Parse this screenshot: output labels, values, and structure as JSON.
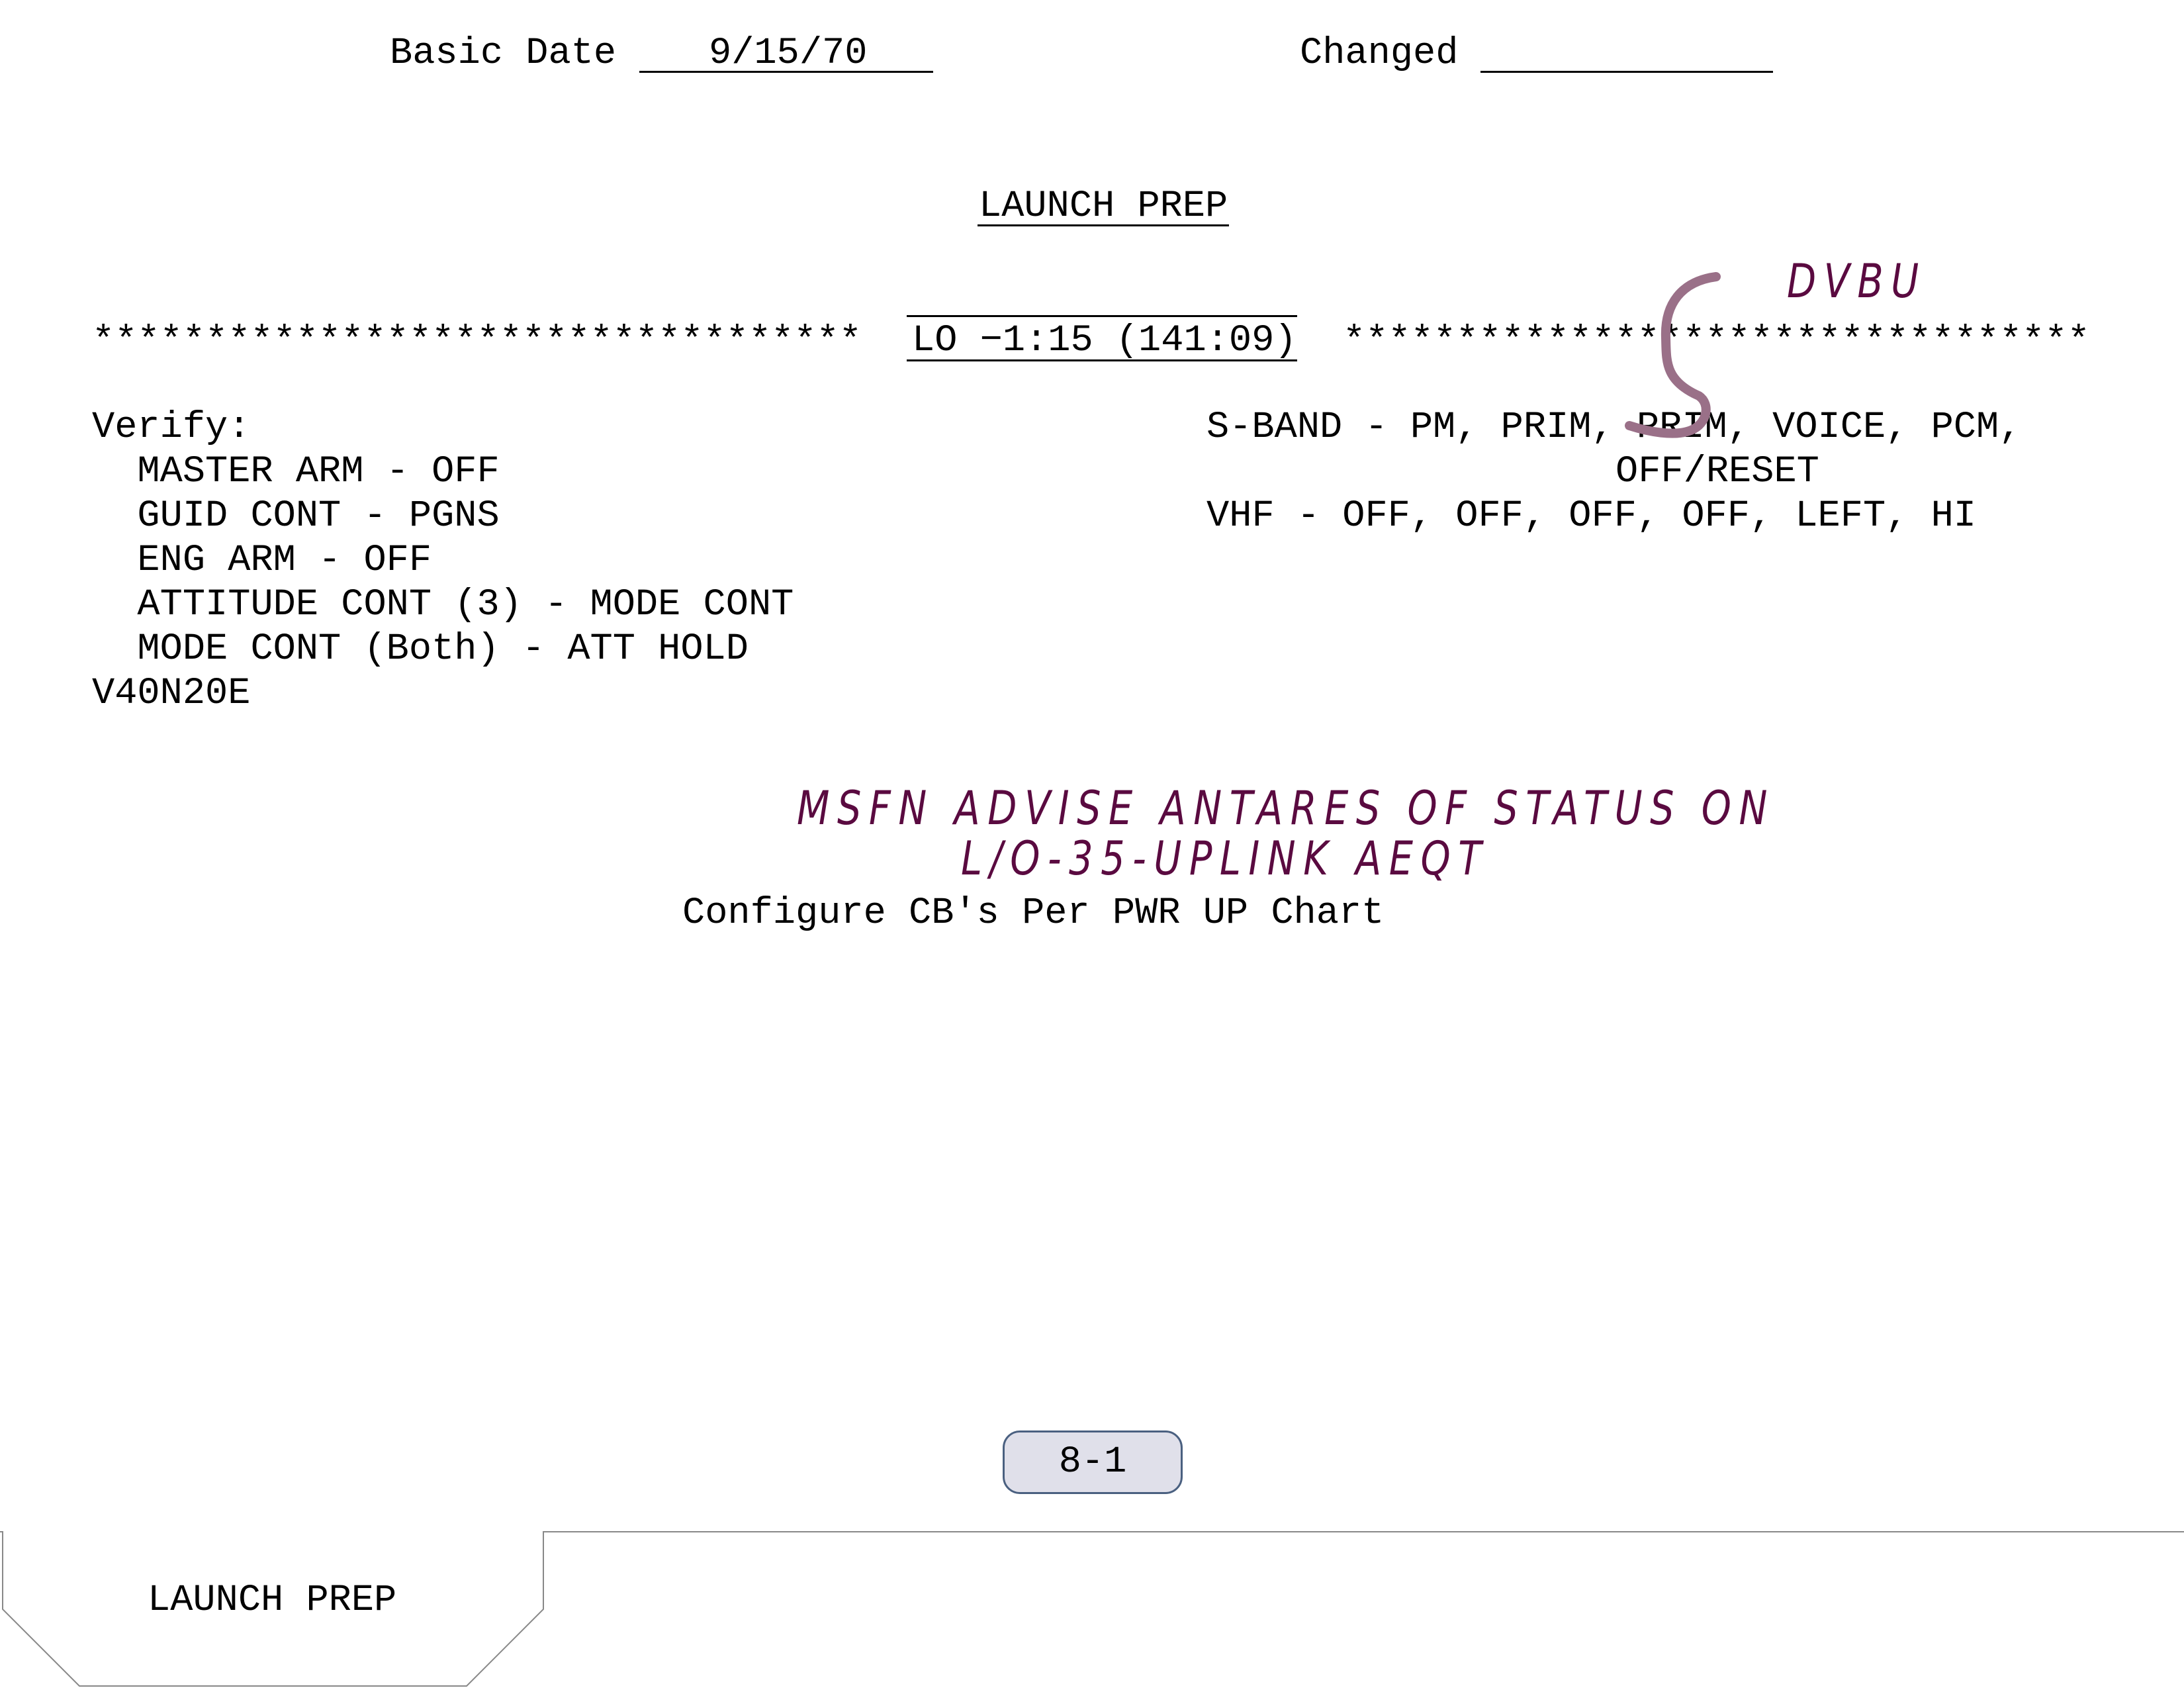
{
  "header": {
    "basic_date_label": "Basic Date",
    "basic_date_value": "9/15/70",
    "changed_label": "Changed",
    "changed_value": ""
  },
  "title": "LAUNCH PREP",
  "time_marker": {
    "stars_left": "**********************************",
    "label": "LO −1:15 (141:09)",
    "stars_right": "*********************************"
  },
  "left_column": [
    "Verify:",
    "  MASTER ARM - OFF",
    "  GUID CONT - PGNS",
    "  ENG ARM - OFF",
    "  ATTITUDE CONT (3) - MODE CONT",
    "  MODE CONT (Both) - ATT HOLD",
    "V40N20E"
  ],
  "right_column": {
    "sband_line1": "S-BAND - PM, PRIM, PRIM, VOICE, PCM,",
    "sband_line2": "OFF/RESET",
    "vhf": "VHF - OFF, OFF, OFF, OFF, LEFT, HI"
  },
  "handwritten": {
    "correction": "DVBU",
    "note_line1": "MSFN ADVISE ANTARES OF STATUS ON",
    "note_line2": "L/O-35-UPLINK AEQT"
  },
  "instruction": "Configure CB's Per PWR UP Chart",
  "page_number": "8-1",
  "tab_label": "LAUNCH PREP",
  "colors": {
    "handwriting": "#5a0a40",
    "correction_stroke": "#9a7088",
    "badge_fill": "#e0e0ea",
    "badge_border": "#4a6080"
  }
}
